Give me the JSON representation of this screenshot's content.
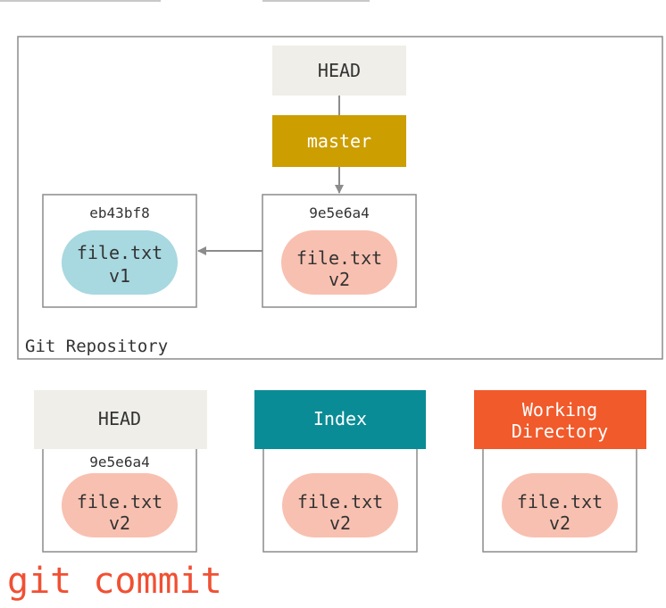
{
  "repository": {
    "label": "Git Repository",
    "head_label": "HEAD",
    "branch_label": "master",
    "commits": [
      {
        "hash": "eb43bf8",
        "file": "file.txt",
        "version": "v1"
      },
      {
        "hash": "9e5e6a4",
        "file": "file.txt",
        "version": "v2"
      }
    ]
  },
  "areas": [
    {
      "title_lines": [
        "HEAD"
      ],
      "hash": "9e5e6a4",
      "file": "file.txt",
      "version": "v2"
    },
    {
      "title_lines": [
        "Index"
      ],
      "hash": "",
      "file": "file.txt",
      "version": "v2"
    },
    {
      "title_lines": [
        "Working",
        "Directory"
      ],
      "hash": "",
      "file": "file.txt",
      "version": "v2"
    }
  ],
  "command": "git commit",
  "colors": {
    "head_fill": "#efeee8",
    "branch_fill": "#cc9e00",
    "index_fill": "#0a8c96",
    "workdir_fill": "#f15a2b",
    "blob_v1": "#a8d8e0",
    "blob_v2": "#f8c0b0",
    "border": "#8c8c8c",
    "command": "#f05033"
  }
}
